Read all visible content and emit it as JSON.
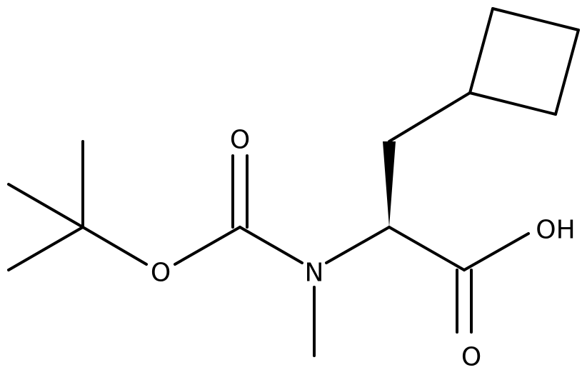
{
  "molecule": {
    "atom_labels": {
      "carbonyl_oxygen_carbamate": "O",
      "ester_oxygen_carbamate": "O",
      "nitrogen": "N",
      "hydroxyl": "OH",
      "carbonyl_oxygen_acid": "O"
    }
  },
  "colors": {
    "bond": "#000000",
    "background": "#ffffff"
  }
}
